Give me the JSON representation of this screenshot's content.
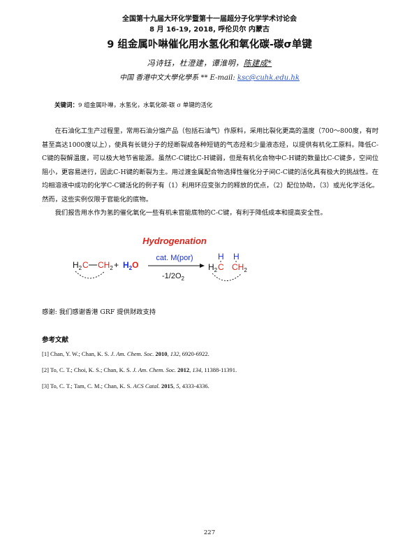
{
  "header": {
    "line1": "全国第十九届大环化学暨第十一届超分子化学学术讨论会",
    "line2": "8 月 16-19, 2018, 呼伦贝尔 内蒙古"
  },
  "title": "9 组金属卟啉催化用水氢化和氧化碳-碳σ单键",
  "authors": {
    "list": "冯诗钰，杜澄建，谭淮明，",
    "presenter": "陈建成*"
  },
  "affiliation": {
    "text": "中国 香港中文大學化學系 ** E-mail: ",
    "email": "ksc@cuhk.edu.hk"
  },
  "keywords": {
    "label": "关键词：",
    "text": "9 组金属卟啉，水氢化，水氧化碳-碳 σ 单键的活化"
  },
  "body": {
    "p1": "在石油化工生产过程里，常用石油分馏产品（包括石油气）作原料，采用比裂化更高的温度（700～800度，有时甚至高达1000度以上），使具有长链分子的烃断裂成各种短链的气态烃和少量液态烃，以提供有机化工原料。降低C-C键的裂解温度，可以极大地节省能源。虽然C-C键比C-H键弱，但是有机化合物中C-H键的数量比C-C键多，空间位阻小，更容易进行，因此C-H键的断裂为主。用过渡金属配合物选择性催化分子间C-C键的活化具有极大的挑战性。在均相溶液中成功的化学C-C键活化的例子有（1）利用环应变张力的释放的优点，（2）配位协助，（3）或光化学活化。然而，这些实例仅限于官能化的底物。",
    "p2": "我们报告用水作为氢的催化氧化一些有机未官能底物的C-C键，有利于降低成本和提高安全性。"
  },
  "scheme": {
    "title": "Hydrogenation",
    "reactant_left": "H",
    "reactant_left_sub": "2",
    "reactant_c": "C",
    "reactant_dash": "—",
    "reactant_ch": "CH",
    "reactant_ch_sub": "2",
    "plus": "+",
    "water": "H",
    "water_sub": "2",
    "water_o": "O",
    "arrow_top": "cat. M(por)",
    "arrow_bottom": "-1/2O",
    "arrow_bottom_sub": "2",
    "product_h1": "H",
    "product_h2": "H",
    "product_left": "H",
    "product_left_sub": "2",
    "product_c": "C",
    "product_ch": "CH",
    "product_ch_sub": "2",
    "colors": {
      "title": "#e0241b",
      "red": "#e0241b",
      "blue": "#1a2fe0",
      "black": "#111111"
    }
  },
  "acknowledgement": "感谢: 我们感谢香港 GRF 提供财政支持",
  "references": {
    "title": "参考文献",
    "items": [
      {
        "pre": "[1] Chan, Y. W.; Chan, K. S. ",
        "journal": "J. Am. Chem. Soc.",
        "year": "2010",
        "vol": "132",
        "pages": ", 6920-6922."
      },
      {
        "pre": "[2] To, C. T.; Choi, K. S.; Chan, K. S. ",
        "journal": "J. Am. Chem. Soc.",
        "year": "2012",
        "vol": "134",
        "pages": ", 11388-11391."
      },
      {
        "pre": "[3] To, C. T.; Tam, C. M.; Chan, K. S. ",
        "journal": "ACS Catal.",
        "year": "2015",
        "vol": "5",
        "pages": ", 4333-4336."
      }
    ]
  },
  "page_number": "227"
}
